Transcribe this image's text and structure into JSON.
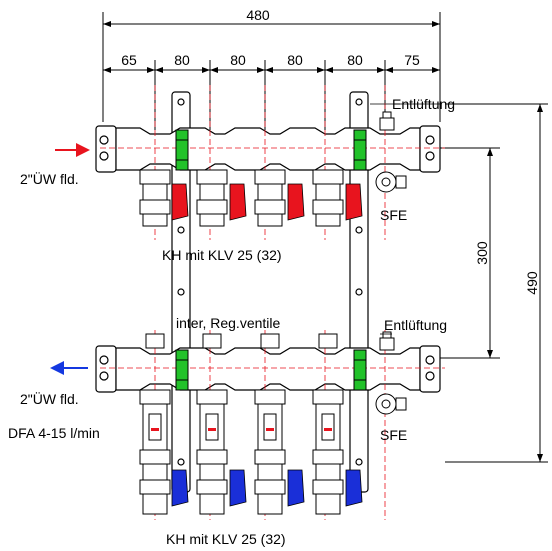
{
  "dimensions": {
    "overall_width": "480",
    "segments": [
      "65",
      "80",
      "80",
      "80",
      "80",
      "75"
    ],
    "vertical_spacing": "300",
    "overall_height": "490"
  },
  "labels": {
    "top_vent": "Entlüftung",
    "bottom_vent": "Entlüftung",
    "top_connection": "2\"ÜW fld.",
    "bottom_connection": "2\"ÜW fld.",
    "top_sfe": "SFE",
    "bottom_sfe": "SFE",
    "top_valves": "KH mit KLV 25 (32)",
    "bottom_valves": "KH mit KLV 25 (32)",
    "regulating_valves": "inter, Reg.ventile",
    "flow_meter": "DFA 4-15 l/min"
  },
  "colors": {
    "supply_arrow": "#e8141e",
    "return_arrow": "#1438e0",
    "valve_red": "#e8141e",
    "valve_blue": "#1a2fd8",
    "indicator_green": "#22c22a",
    "line": "#000000"
  }
}
